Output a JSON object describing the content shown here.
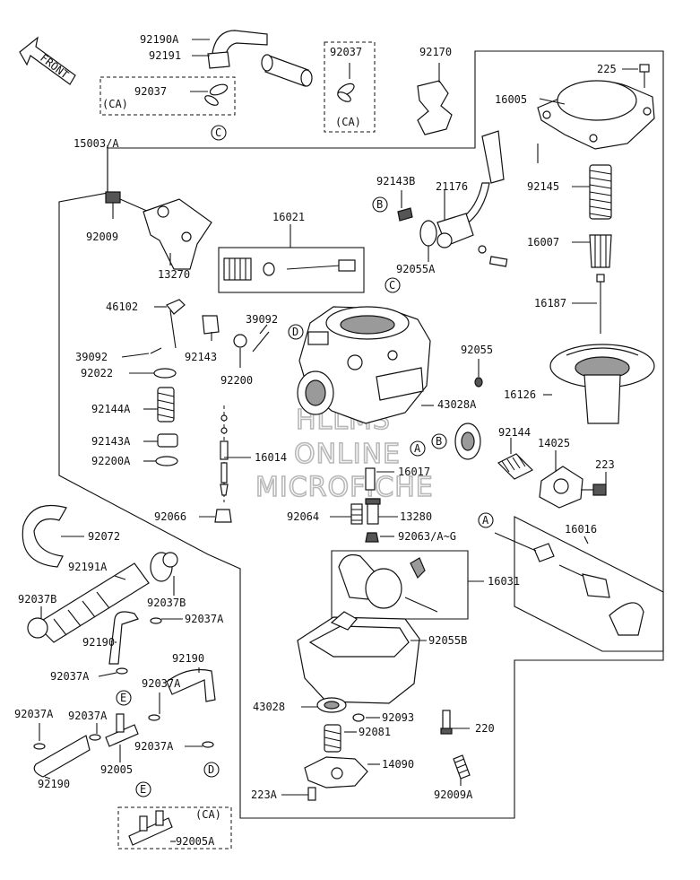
{
  "front_label": "FRONT",
  "watermark": [
    "HLLMS",
    "ONLINE",
    "MICROFICHE"
  ],
  "part_numbers": {
    "p92190A": "92190A",
    "p92191": "92191",
    "p92037_top": "92037",
    "p92170": "92170",
    "p225": "225",
    "p92037_left": "92037",
    "ca1": "(CA)",
    "ca2": "(CA)",
    "ca3": "(CA)",
    "p16005": "16005",
    "p15003A": "15003/A",
    "p92143B": "92143B",
    "p21176": "21176",
    "p92145": "92145",
    "p92009": "92009",
    "p16021": "16021",
    "p16007": "16007",
    "p92055A": "92055A",
    "p13270": "13270",
    "p16187": "16187",
    "p46102": "46102",
    "p39092_a": "39092",
    "p92143": "92143",
    "p92055": "92055",
    "p39092_b": "39092",
    "p92022": "92022",
    "p92200": "92200",
    "p16126": "16126",
    "p43028A": "43028A",
    "p92144A": "92144A",
    "p92144": "92144",
    "p14025": "14025",
    "p92143A": "92143A",
    "p16014": "16014",
    "p92200A": "92200A",
    "p16017": "16017",
    "p223_r": "223",
    "p92066": "92066",
    "p92064": "92064",
    "p13280": "13280",
    "p16016": "16016",
    "p92063": "92063/A~G",
    "p92072": "92072",
    "p92191A": "92191A",
    "p16031": "16031",
    "p92037B_l": "92037B",
    "p92037B_r": "92037B",
    "p92037A_1": "92037A",
    "p92190_1": "92190",
    "p92190_2": "92190",
    "p92055B": "92055B",
    "p92037A_2": "92037A",
    "p92037A_3": "92037A",
    "p92037A_4": "92037A",
    "p92037A_5": "92037A",
    "p92037A_6": "92037A",
    "p43028": "43028",
    "p92093": "92093",
    "p220": "220",
    "p92081": "92081",
    "p92005": "92005",
    "p14090": "14090",
    "p92190_3": "92190",
    "p223A": "223A",
    "p92009A": "92009A",
    "p92005A": "92005A"
  },
  "callouts": [
    "A",
    "B",
    "C",
    "D",
    "E"
  ]
}
